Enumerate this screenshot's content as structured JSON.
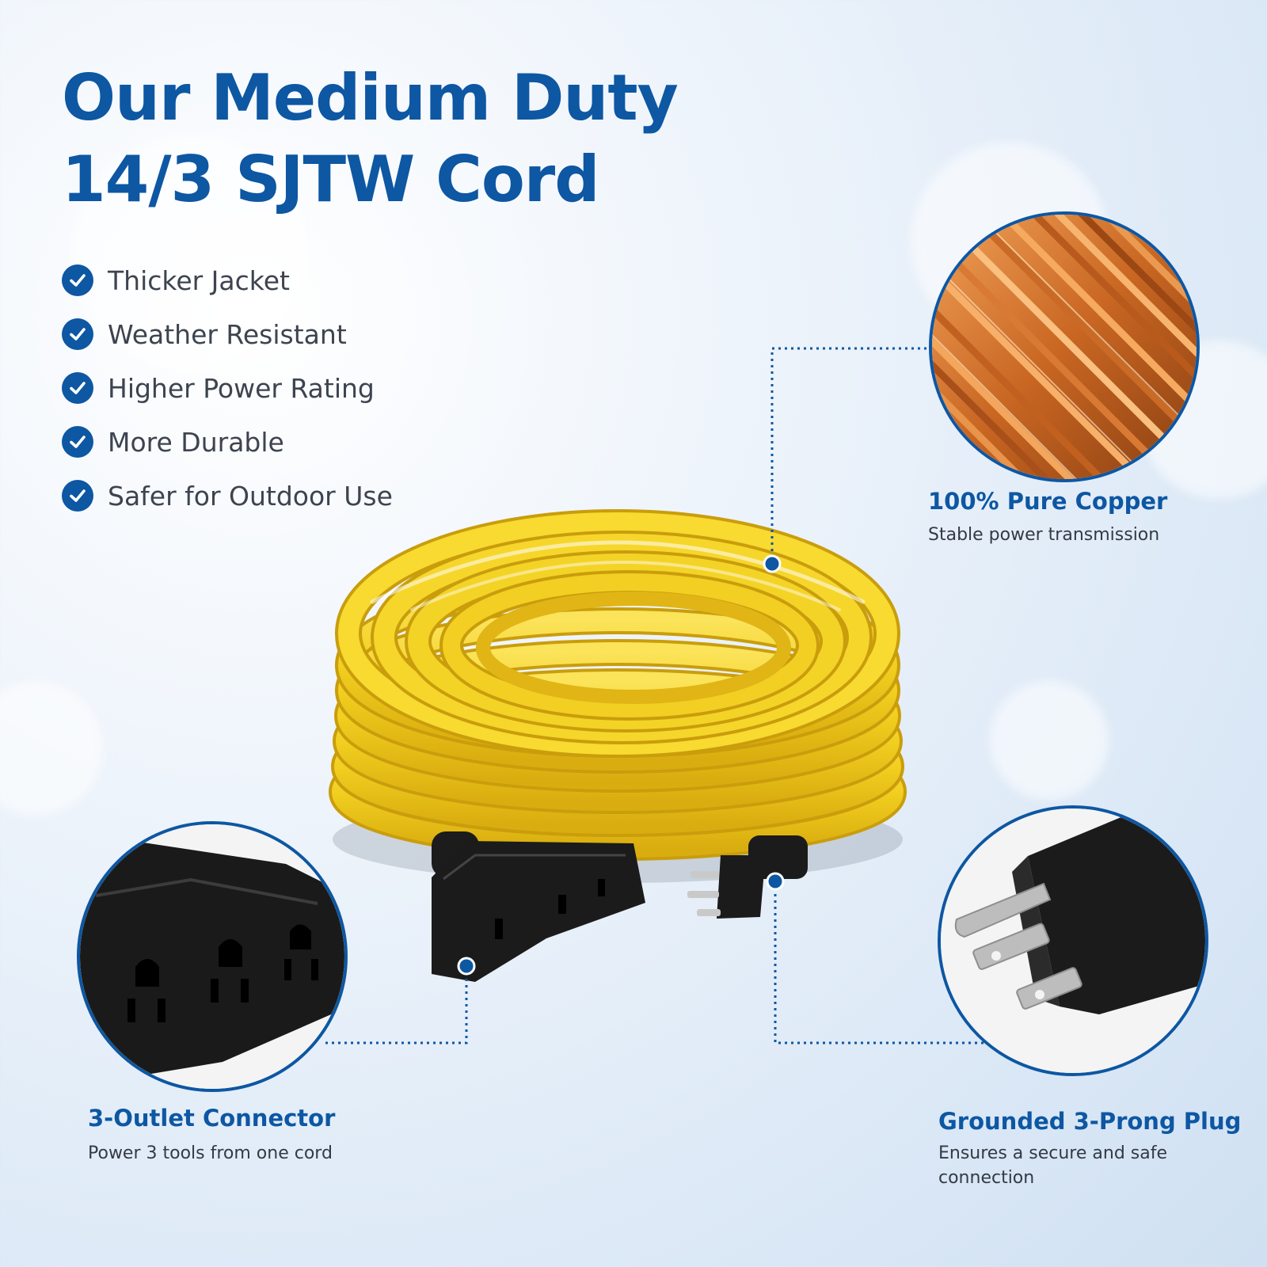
{
  "title": {
    "line1": "Our Medium Duty",
    "line2": "14/3 SJTW Cord"
  },
  "features": [
    {
      "label": "Thicker Jacket"
    },
    {
      "label": "Weather Resistant"
    },
    {
      "label": "Higher Power Rating"
    },
    {
      "label": "More Durable"
    },
    {
      "label": "Safer for Outdoor Use"
    }
  ],
  "callouts": {
    "copper": {
      "title": "100% Pure Copper",
      "subtitle": "Stable power transmission"
    },
    "outlet": {
      "title": "3-Outlet Connector",
      "subtitle": "Power 3 tools from one cord"
    },
    "plug": {
      "title": "Grounded 3-Prong Plug",
      "subtitle": "Ensures a secure and safe connection"
    }
  },
  "colors": {
    "brand_blue": "#0d57a3",
    "cord_yellow": "#f5d327",
    "copper": "#d9782e",
    "plug_black": "#1b1b1b"
  },
  "icons": {
    "check": "check-circle-icon"
  }
}
